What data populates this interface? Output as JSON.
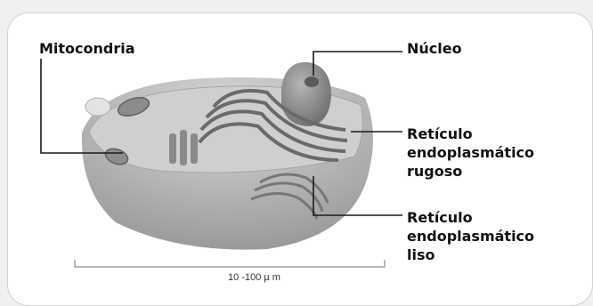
{
  "labels": {
    "mitocondria": "Mitocondria",
    "nucleo": "Núcleo",
    "rer": [
      "Retículo",
      "endoplasmático",
      "rugoso"
    ],
    "rel": [
      "Retículo",
      "endoplasmático",
      "liso"
    ]
  },
  "scale": {
    "text": "10 -100 µ m"
  },
  "colors": {
    "leader_line": "#1a1a1a",
    "cell_body": "#b9b9b9",
    "cytoplasm": "#cfcfcf",
    "nucleus": "#8d8d8d",
    "organelle": "#7c7c7c"
  }
}
